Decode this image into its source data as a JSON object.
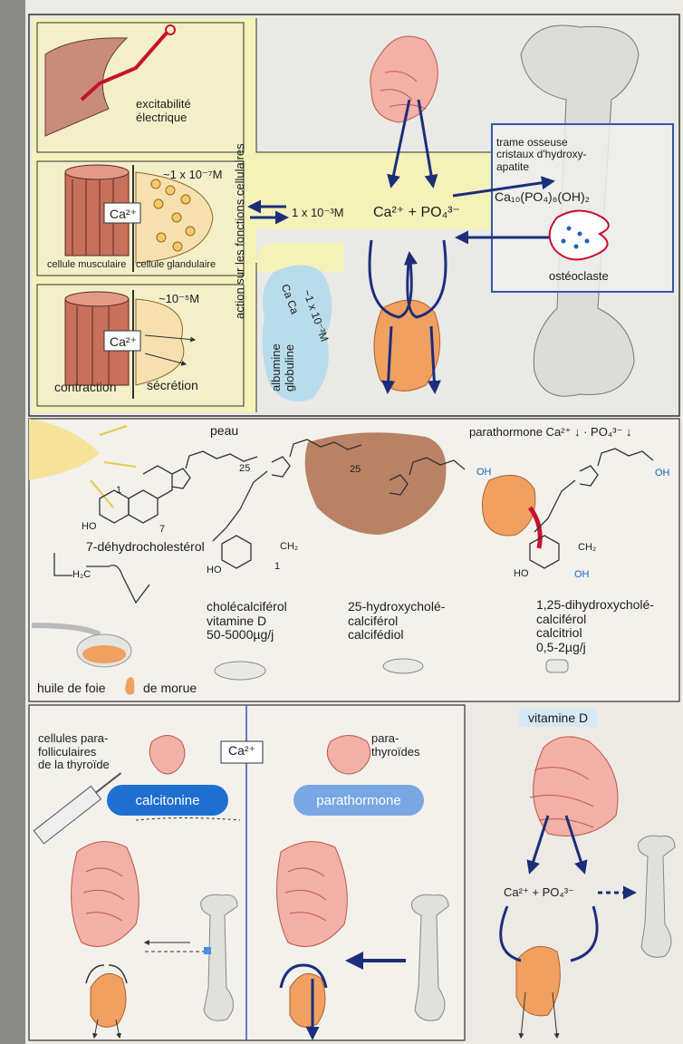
{
  "top": {
    "excitability": "excitabilité\nélectrique",
    "conc_1e7": "~1 x 10⁻⁷M",
    "ca_box": "Ca²⁺",
    "muscle_cell": "cellule musculaire",
    "gland_cell": "cellule glandulaire",
    "conc_1e5": "~10⁻⁵M",
    "ca_box_2": "Ca²⁺",
    "contraction": "contraction",
    "secretion": "sécrétion",
    "action_label": "action sur les fonctions cellulaires",
    "conc_1e3": "1 x 10⁻³M",
    "ca_po4": "Ca²⁺ + PO₄³⁻",
    "albumin_ca": "Ca   Ca",
    "albumin_conc": "~1 x 10⁻³M",
    "albumin_label": "albumine\nglobuline",
    "bone_matrix": "trame osseuse\ncristaux d'hydroxy-\napatite",
    "formula": "Ca₁₀(PO₄)₆(OH)₂",
    "osteoclast": "ostéoclaste"
  },
  "middle": {
    "skin": "peau",
    "num_25a": "25",
    "num_25b": "25",
    "num_1": "1",
    "num_7": "7",
    "num_1b": "1",
    "ho_1": "HO",
    "ho_2": "HO",
    "ho_3": "HO",
    "oh_1": "OH",
    "oh_2": "OH",
    "oh_3": "OH",
    "ch2_1": "CH₂",
    "ch2_2": "CH₂",
    "h2c": "H₂C",
    "pth_label": "parathormone Ca²⁺ ↓ · PO₄³⁻ ↓",
    "dehydro": "7-déhydrocholestérol",
    "chole": "cholécalciférol\nvitamine D\n50-5000µg/j",
    "hydroxy25": "25-hydroxycholé-\ncalciférol\ncalcifédiol",
    "dihydroxy": "1,25-dihydroxycholé-\ncalciférol\ncalcitriol\n0,5-2µg/j",
    "cod_a": "huile de foie",
    "cod_b": "de morue"
  },
  "bottom": {
    "parafollicular": "cellules para-\nfolliculaires\nde la thyroïde",
    "ca_box": "Ca²⁺",
    "parathyroids": "para-\nthyroïdes",
    "calcitonin": "calcitonine",
    "parathormone": "parathormone",
    "vitamin_d": "vitamine D",
    "ca_po4": "Ca²⁺ + PO₄³⁻"
  },
  "colors": {
    "yellow_panel": "#f4f2b8",
    "gray_panel": "#e9e9e6",
    "arrow_blue": "#1c2e7a",
    "intestine_pink": "#f2b0a6",
    "kidney_orange": "#f0a060",
    "liver_brown": "#b98264",
    "blue_pill": "#1f6fd1",
    "light_blue_tag": "#d6e8f6"
  }
}
